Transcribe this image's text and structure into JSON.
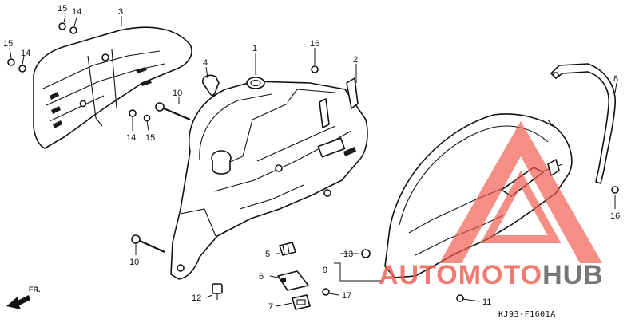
{
  "diagram": {
    "callouts": [
      {
        "id": "c1",
        "label": "1"
      },
      {
        "id": "c2",
        "label": "2"
      },
      {
        "id": "c3",
        "label": "3"
      },
      {
        "id": "c4",
        "label": "4"
      },
      {
        "id": "c5",
        "label": "5"
      },
      {
        "id": "c6",
        "label": "6"
      },
      {
        "id": "c7",
        "label": "7"
      },
      {
        "id": "c8",
        "label": "8"
      },
      {
        "id": "c9",
        "label": "9"
      },
      {
        "id": "c10a",
        "label": "10"
      },
      {
        "id": "c10b",
        "label": "10"
      },
      {
        "id": "c11",
        "label": "11"
      },
      {
        "id": "c12",
        "label": "12"
      },
      {
        "id": "c13",
        "label": "13"
      },
      {
        "id": "c14a",
        "label": "14"
      },
      {
        "id": "c14b",
        "label": "14"
      },
      {
        "id": "c14c",
        "label": "14"
      },
      {
        "id": "c15a",
        "label": "15"
      },
      {
        "id": "c15b",
        "label": "15"
      },
      {
        "id": "c15c",
        "label": "15"
      },
      {
        "id": "c16a",
        "label": "16"
      },
      {
        "id": "c16b",
        "label": "16"
      },
      {
        "id": "c17",
        "label": "17"
      }
    ],
    "direction_label": "FR.",
    "drawing_code": "KJ93-F1601A"
  },
  "watermark": {
    "text_part1": "AUTOMOTO",
    "text_part2": "HUB",
    "color_primary": "#f05a4e",
    "color_secondary": "#555555"
  }
}
